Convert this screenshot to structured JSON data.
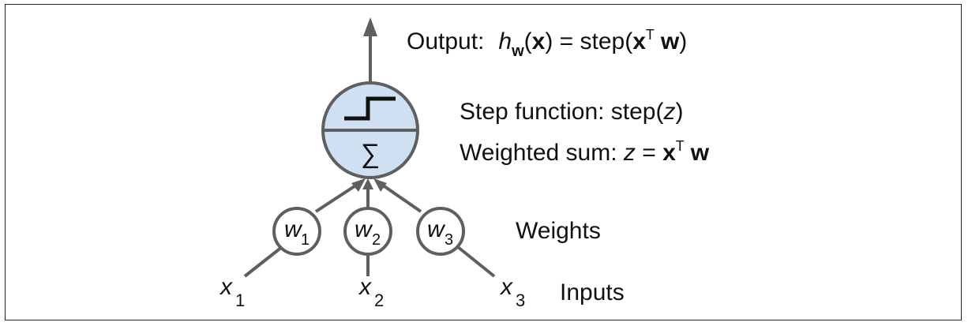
{
  "output": {
    "prefix": "Output:",
    "h": "h",
    "h_sub": "w",
    "x_bold": "x",
    "eq": " = step(",
    "x2": "x",
    "T": "T",
    "w": "w",
    "close": ")",
    "open1": "(",
    "close1": ")"
  },
  "step_label": {
    "text": "Step function: step(",
    "z": "z",
    "close": ")"
  },
  "sum_label": {
    "text": "Weighted sum: ",
    "z": "z",
    "eq": " = ",
    "x": "x",
    "T": "T",
    "w": "w"
  },
  "sum_symbol": "∑",
  "weights": [
    {
      "base": "w",
      "sub": "1"
    },
    {
      "base": "w",
      "sub": "2"
    },
    {
      "base": "w",
      "sub": "3"
    }
  ],
  "inputs": [
    {
      "base": "x",
      "sub": "1"
    },
    {
      "base": "x",
      "sub": "2"
    },
    {
      "base": "x",
      "sub": "3"
    }
  ],
  "weights_label": "Weights",
  "inputs_label": "Inputs",
  "colors": {
    "neuron_fill": "#cfe0f2",
    "stroke": "#5f5f5f",
    "text": "#111111"
  }
}
